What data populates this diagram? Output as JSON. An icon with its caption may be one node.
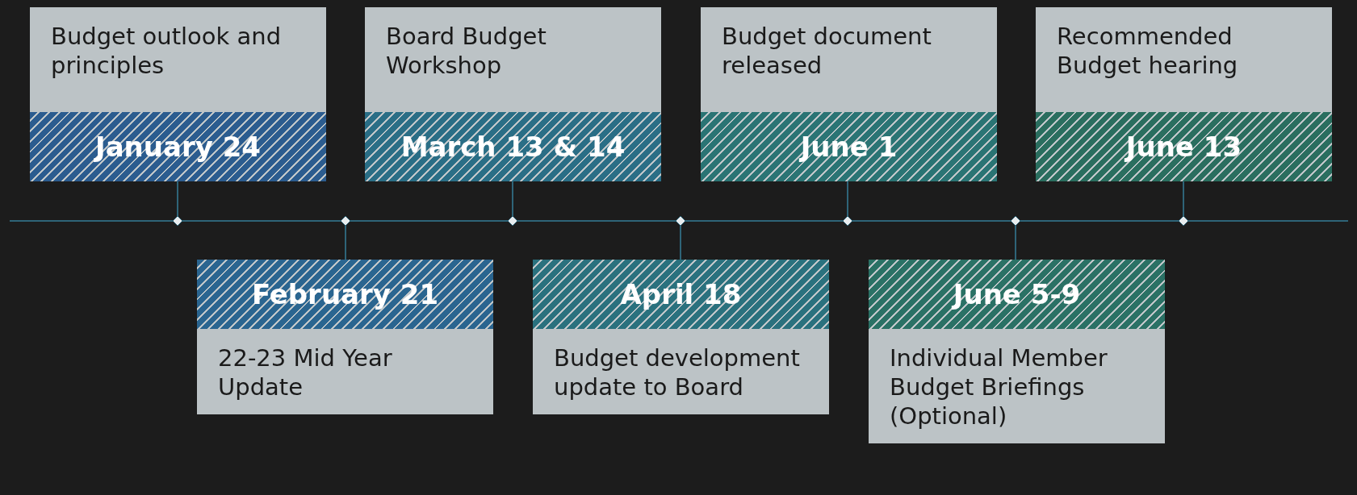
{
  "diagram": {
    "nodes": [
      {
        "text": [
          "Budget outlook and principles",
          "January 24"
        ]
      },
      {
        "text": [
          "February 21",
          "22-23 Mid Year Update"
        ]
      },
      {
        "text": [
          "Board Budget Workshop",
          "March 13 & 14"
        ]
      },
      {
        "text": [
          "April 18",
          "Budget development update to Board"
        ]
      },
      {
        "text": [
          "Budget document released",
          "June 1"
        ]
      },
      {
        "text": [
          "June 5-9",
          "Individual Member Budget Briefings (Optional)"
        ]
      },
      {
        "text": [
          "Recommended Budget hearing",
          "June 13"
        ]
      },
      {
        "text": [],
        "shape": "diamond"
      },
      {
        "text": [],
        "shape": "diamond"
      },
      {
        "text": [],
        "shape": "diamond"
      },
      {
        "text": [],
        "shape": "diamond"
      },
      {
        "text": [],
        "shape": "diamond"
      },
      {
        "text": [],
        "shape": "diamond"
      },
      {
        "text": [],
        "shape": "diamond"
      }
    ],
    "edges": [
      {
        "from": 0,
        "to": 7,
        "arrow": "none"
      },
      {
        "from": 1,
        "to": 8,
        "arrow": "none"
      },
      {
        "from": 2,
        "to": 9,
        "arrow": "none"
      },
      {
        "from": 3,
        "to": 10,
        "arrow": "none"
      },
      {
        "from": 4,
        "to": 11,
        "arrow": "none"
      },
      {
        "from": 5,
        "to": 12,
        "arrow": "none"
      },
      {
        "from": 6,
        "to": 13,
        "arrow": "none"
      }
    ]
  }
}
